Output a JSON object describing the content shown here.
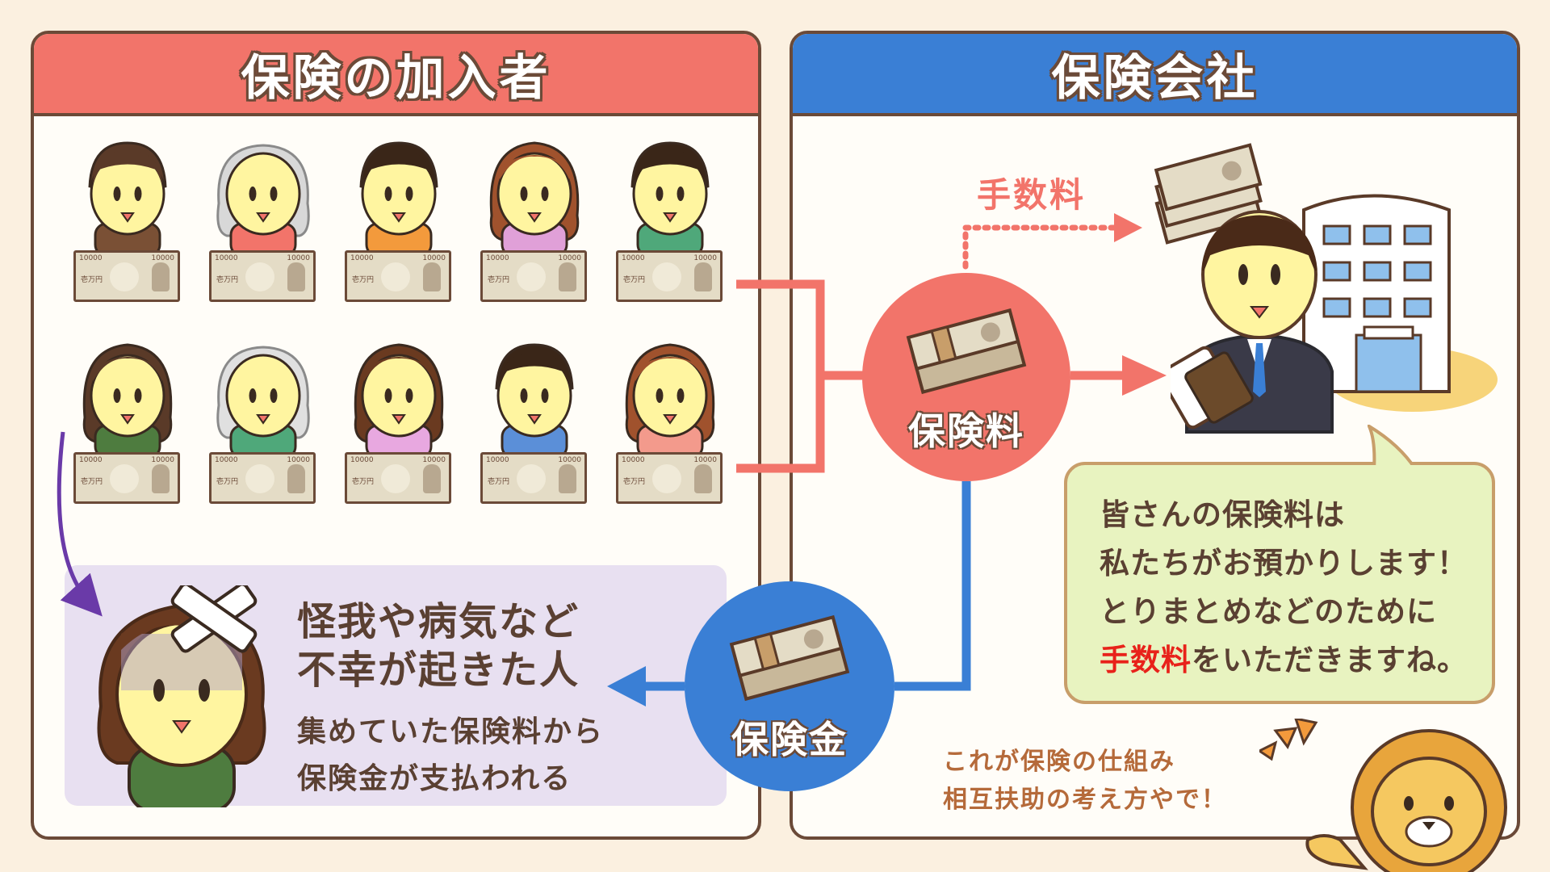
{
  "left_panel": {
    "title": "保険の加入者"
  },
  "right_panel": {
    "title": "保険会社"
  },
  "bill": {
    "denom_left": "10000",
    "denom_right": "10000",
    "text": "壱万円"
  },
  "members_row1": [
    {
      "hair": "#5a3a28",
      "shirt": "#7a5035",
      "style": "short"
    },
    {
      "hair": "#d8d8d8",
      "shirt": "#f2746a",
      "style": "old"
    },
    {
      "hair": "#3a2618",
      "shirt": "#f39a3c",
      "style": "short"
    },
    {
      "hair": "#a0522d",
      "shirt": "#e0a0d8",
      "style": "long"
    },
    {
      "hair": "#3a2618",
      "shirt": "#4fa87a",
      "style": "short"
    }
  ],
  "members_row2": [
    {
      "hair": "#5a3a28",
      "shirt": "#4e7c3f",
      "style": "long"
    },
    {
      "hair": "#e0e0e0",
      "shirt": "#4fa87a",
      "style": "old"
    },
    {
      "hair": "#6a3a20",
      "shirt": "#e8a8e0",
      "style": "long"
    },
    {
      "hair": "#3a2618",
      "shirt": "#5b8fd8",
      "style": "short"
    },
    {
      "hair": "#a0522d",
      "shirt": "#f39a8c",
      "style": "long"
    }
  ],
  "victim": {
    "title_line1": "怪我や病気など",
    "title_line2": "不幸が起きた人",
    "desc_line1": "集めていた保険料から",
    "desc_line2": "保険金が支払われる"
  },
  "premium_label": "保険料",
  "payout_label": "保険金",
  "fee_label": "手数料",
  "speech": {
    "line1": "皆さんの保険料は",
    "line2": "私たちがお預かりします！",
    "line3": "とりまとめなどのために",
    "line4_highlight": "手数料",
    "line4_rest": "をいただきますね。"
  },
  "lion": {
    "line1": "これが保険の仕組み",
    "line2": "相互扶助の考え方やで！"
  },
  "colors": {
    "red": "#f2746a",
    "blue": "#3a7fd5",
    "purple": "#6a3aa8",
    "outline": "#6b4a38",
    "highlight": "#e8221a"
  }
}
